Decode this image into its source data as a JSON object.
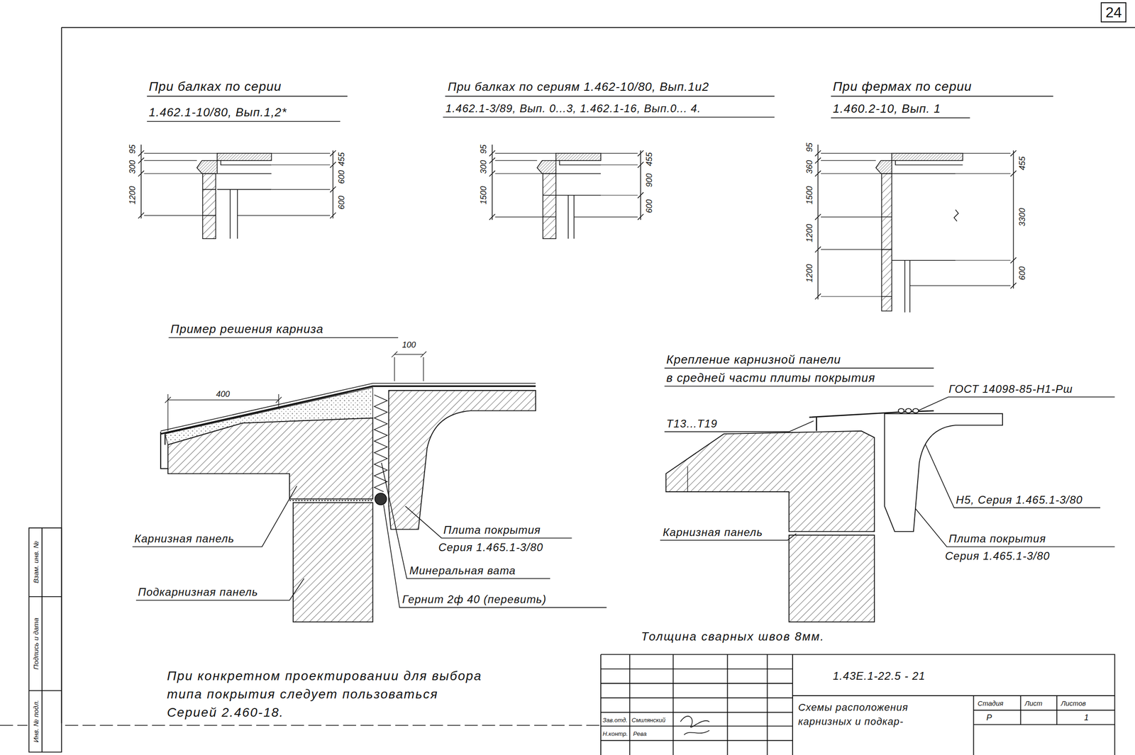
{
  "diagram": {
    "nodes": [
      {
        "text": [
          "24"
        ]
      }
    ],
    "labels": [
      "При балках по серии",
      "1.462.1-10/80, Вып.1,2*",
      "1200",
      "300",
      "95",
      "600",
      "600",
      "455",
      "При балках по сериям 1.462-10/80, Вып.1и2",
      "1.462.1-3/89, Вып. 0...3, 1.462.1-16, Вып.0... 4.",
      "1500",
      "300",
      "95",
      "600",
      "900",
      "455",
      "При фермах по серии",
      "1.460.2-10, Вып. 1",
      "1200",
      "1200",
      "1500",
      "360",
      "95",
      "455",
      "3300",
      "600",
      "Пример решения карниза",
      "100",
      "400",
      "Карнизная панель",
      "Подкарнизная панель",
      "Плита покрытия",
      "Серия 1.465.1-3/80",
      "Минеральная вата",
      "Гернит 2ф 40 (перевить)",
      "Крепление карнизной панели",
      "в средней части плиты покрытия",
      "ГОСТ 14098-85-Н1-Рш",
      "Т13...Т19",
      "Н5, Серия 1.465.1-3/80",
      "Карнизная панель",
      "Плита покрытия",
      "Серия 1.465.1-3/80",
      "Толщина сварных швов 8мм.",
      "При конкретном проектировании для выбора",
      "типа покрытия следует пользоваться",
      "Серией 2.460-18.",
      "1.43Е.1-22.5 - 21",
      "Схемы расположения",
      "карнизных и подкар-",
      "Стадия",
      "Лист",
      "Листов",
      "Р",
      "1",
      "Зав.отд.",
      "Смилянский",
      "Н.контр.",
      "Рева",
      "Взам. инв. №",
      "Подпись и дата",
      "Инв. № подл."
    ]
  }
}
